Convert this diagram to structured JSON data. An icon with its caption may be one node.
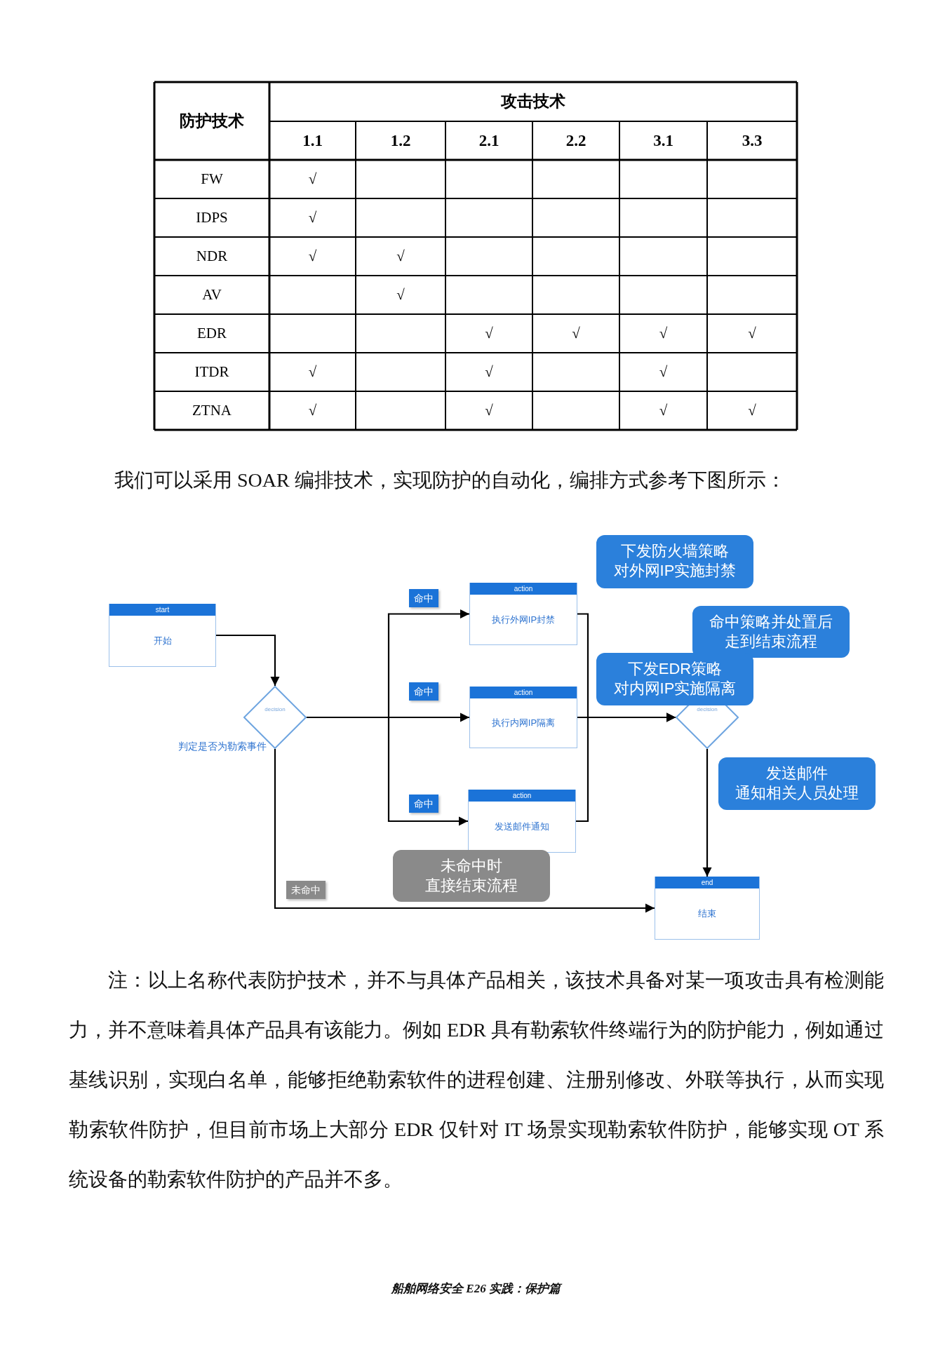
{
  "diagram": {
    "nodes": [
      {
        "text": [
          "start",
          "开始"
        ]
      },
      {
        "text": [
          "decision"
        ],
        "beside": [
          "判定是否为勒索事件"
        ]
      },
      {
        "text": [
          "action",
          "执行外网IP封禁"
        ]
      },
      {
        "text": [
          "action",
          "执行内网IP隔离"
        ]
      },
      {
        "text": [
          "action",
          "发送邮件通知"
        ]
      },
      {
        "text": [
          "decision"
        ]
      },
      {
        "text": [
          "end",
          "结束"
        ]
      },
      {
        "text": [
          "下发防火墙策略对外网IP实施封禁"
        ]
      },
      {
        "text": [
          "命中策略并处置后走到结束流程"
        ]
      },
      {
        "text": [
          "下发EDR策略对内网IP实施隔离"
        ]
      },
      {
        "text": [
          "发送邮件通知相关人员处理"
        ]
      },
      {
        "text": [
          "未命中时直接结束流程"
        ]
      }
    ],
    "edges": [
      {
        "from": 0,
        "to": 1,
        "arrow": "to"
      },
      {
        "from": 1,
        "to": 2,
        "arrow": "to",
        "label": "命中"
      },
      {
        "from": 1,
        "to": 3,
        "arrow": "to",
        "label": "命中"
      },
      {
        "from": 1,
        "to": 4,
        "arrow": "to",
        "label": "命中"
      },
      {
        "from": 2,
        "to": 5,
        "arrow": "to"
      },
      {
        "from": 3,
        "to": 5,
        "arrow": "to"
      },
      {
        "from": 4,
        "to": 5,
        "arrow": "to"
      },
      {
        "from": 5,
        "to": 6,
        "arrow": "to"
      },
      {
        "from": 1,
        "to": 6,
        "arrow": "to",
        "label": "未命中"
      }
    ],
    "labels": [
      "防护技术",
      "攻击技术",
      "1.1",
      "1.2",
      "2.1",
      "2.2",
      "3.1",
      "3.3",
      "FW",
      "√",
      "IDPS",
      "√",
      "NDR",
      "√",
      "√",
      "AV",
      "√",
      "EDR",
      "√",
      "√",
      "√",
      "√",
      "ITDR",
      "√",
      "√",
      "√",
      "ZTNA",
      "√",
      "√",
      "√",
      "√",
      "我们可以采用 SOAR 编排技术，实现防护的自动化，编排方式参考下图所示：",
      "注：以上名称代表防护技术，并不与具体产品相关，该技术具备对某一项攻击具有检测能力，并不意味着具体产品具有该能力。例如 EDR 具有勒索软件终端行为的防护能力，例如通过基线识别，实现白名单，能够拒绝勒索软件的进程创建、注册别修改、外联等执行，从而实现勒索软件防护，但目前市场上大部分 EDR 仅针对 IT 场景实现勒索软件防护，能够实现 OT 系统设备的勒索软件防护的产品并不多。",
      "船舶网络安全 E26 实践：保护篇"
    ]
  }
}
